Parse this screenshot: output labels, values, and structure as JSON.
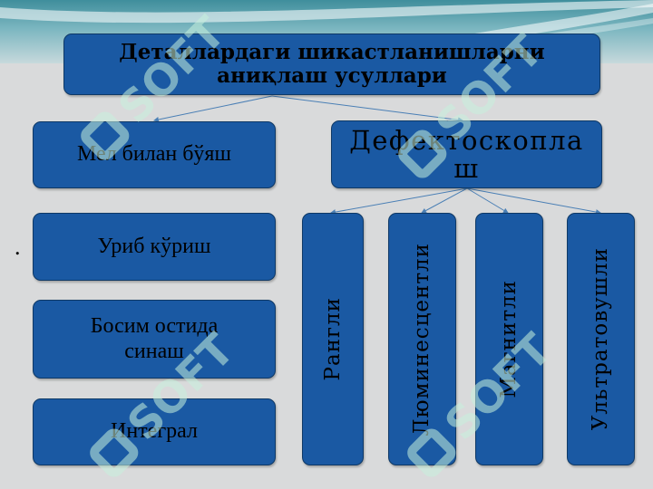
{
  "title": "Деталлардаги шикастланишларни аниқлаш усуллари",
  "left_methods": [
    "Мел билан бўяш",
    "Уриб кўриш",
    "Босим остида синаш",
    "Интеграл"
  ],
  "defectoscopy": {
    "label": "Дефектоскопла ш",
    "line1": "Дефектоскопла",
    "line2": "ш",
    "types": [
      "Рангли",
      "Люминесцентли",
      "Магнитли",
      "Ультратовушли"
    ]
  },
  "bullet": ".",
  "watermark": "SOFT",
  "colors": {
    "box_fill": "#1a59a3",
    "box_border": "#0f3966",
    "background": "#d9dadb",
    "connector": "#4a7fb5"
  }
}
